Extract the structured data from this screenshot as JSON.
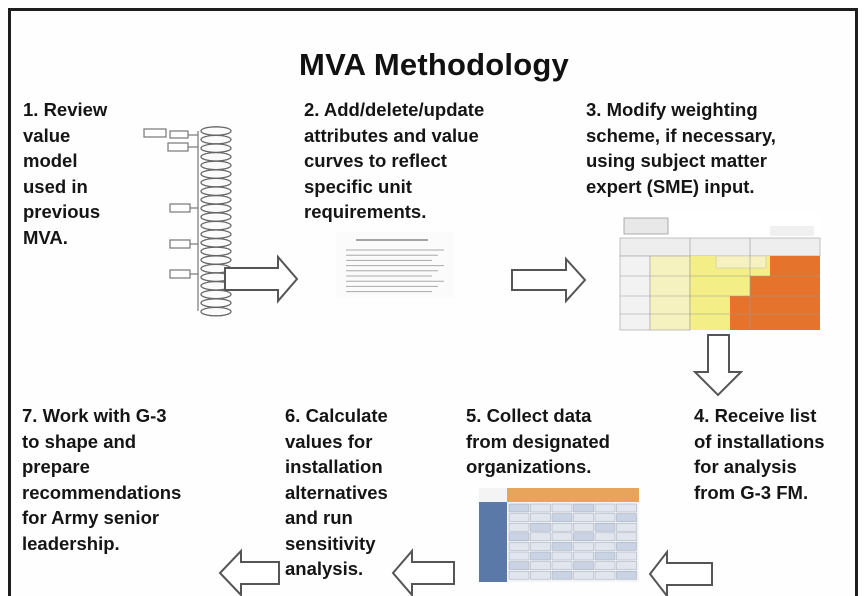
{
  "title": "MVA Methodology",
  "steps": [
    {
      "text": "1.  Review\nvalue\nmodel\nused in\nprevious\nMVA."
    },
    {
      "text": "2.  Add/delete/update\nattributes and value\ncurves to reflect\nspecific unit\nrequirements."
    },
    {
      "text": "3.  Modify weighting\nscheme, if necessary,\nusing subject matter\nexpert (SME) input."
    },
    {
      "text": "4.  Receive list\nof installations\nfor analysis\nfrom G-3 FM."
    },
    {
      "text": "5.  Collect data\nfrom designated\norganizations."
    },
    {
      "text": "6.  Calculate\nvalues for\ninstallation\nalternatives\nand run\nsensitivity\nanalysis."
    },
    {
      "text": "7.  Work with G-3\nto shape and\nprepare\nrecommendations\nfor Army senior\nleadership."
    }
  ],
  "colors": {
    "heat_yellow": "#f3ee86",
    "heat_orange": "#e6732b",
    "heat_pale": "#f6f2bf",
    "table_header": "#e9a45c",
    "table_blue": "#5a78a8"
  }
}
